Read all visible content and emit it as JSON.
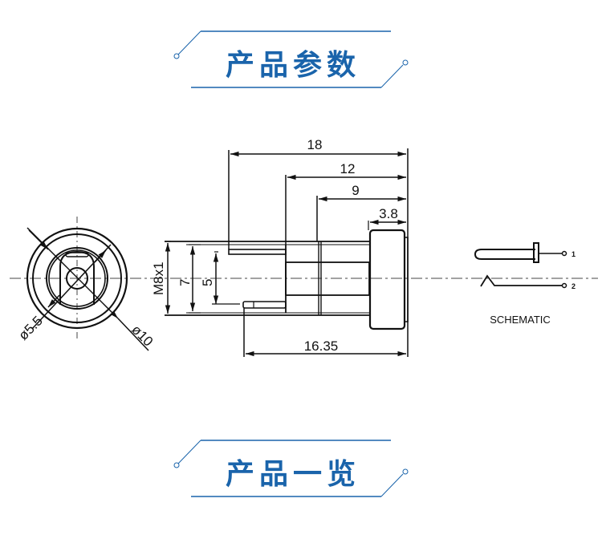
{
  "sections": [
    {
      "title": "产品参数"
    },
    {
      "title": "产品一览"
    }
  ],
  "colors": {
    "accent": "#1a64ab",
    "line": "#111111"
  },
  "front_view": {
    "dimensions": {
      "inner_diameter": "ø5.5",
      "outer_diameter": "ø10"
    }
  },
  "side_view": {
    "dimensions": {
      "overall_length": "18",
      "length_12": "12",
      "length_9": "9",
      "cap_length": "3.8",
      "body_length": "16.35",
      "thread": "M8x1",
      "height_7": "7",
      "pin_spacing": "5"
    }
  },
  "schematic": {
    "label": "SCHEMATIC",
    "pin1": "1",
    "pin2": "2"
  }
}
